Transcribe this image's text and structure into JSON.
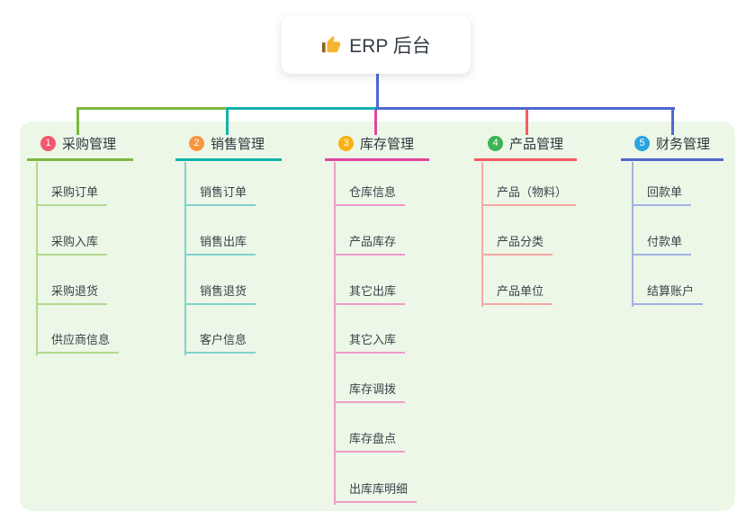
{
  "root": {
    "title": "ERP 后台",
    "icon": "thumbs-up-icon"
  },
  "colors": {
    "panel_bg": "#ecf7e8",
    "root_line": "#4e68d2"
  },
  "branches": [
    {
      "badge": "1",
      "label": "采购管理",
      "badge_color": "#f4566c",
      "line_color": "#7cb93e",
      "light_line_color": "#b2d98e",
      "children": [
        "采购订单",
        "采购入库",
        "采购退货",
        "供应商信息"
      ]
    },
    {
      "badge": "2",
      "label": "销售管理",
      "badge_color": "#f8963f",
      "line_color": "#14b2ac",
      "light_line_color": "#82d2cc",
      "children": [
        "销售订单",
        "销售出库",
        "销售退货",
        "客户信息"
      ]
    },
    {
      "badge": "3",
      "label": "库存管理",
      "badge_color": "#f9b114",
      "line_color": "#e0479d",
      "light_line_color": "#f09cc8",
      "children": [
        "仓库信息",
        "产品库存",
        "其它出库",
        "其它入库",
        "库存调拨",
        "库存盘点",
        "出库库明细"
      ]
    },
    {
      "badge": "4",
      "label": "产品管理",
      "badge_color": "#3cb454",
      "line_color": "#f25c5c",
      "light_line_color": "#f6a8a2",
      "children": [
        "产品（物料）",
        "产品分类",
        "产品单位"
      ]
    },
    {
      "badge": "5",
      "label": "财务管理",
      "badge_color": "#2ba3dd",
      "line_color": "#4e68d2",
      "light_line_color": "#a2b2e0",
      "children": [
        "回款单",
        "付款单",
        "结算账户"
      ]
    }
  ]
}
